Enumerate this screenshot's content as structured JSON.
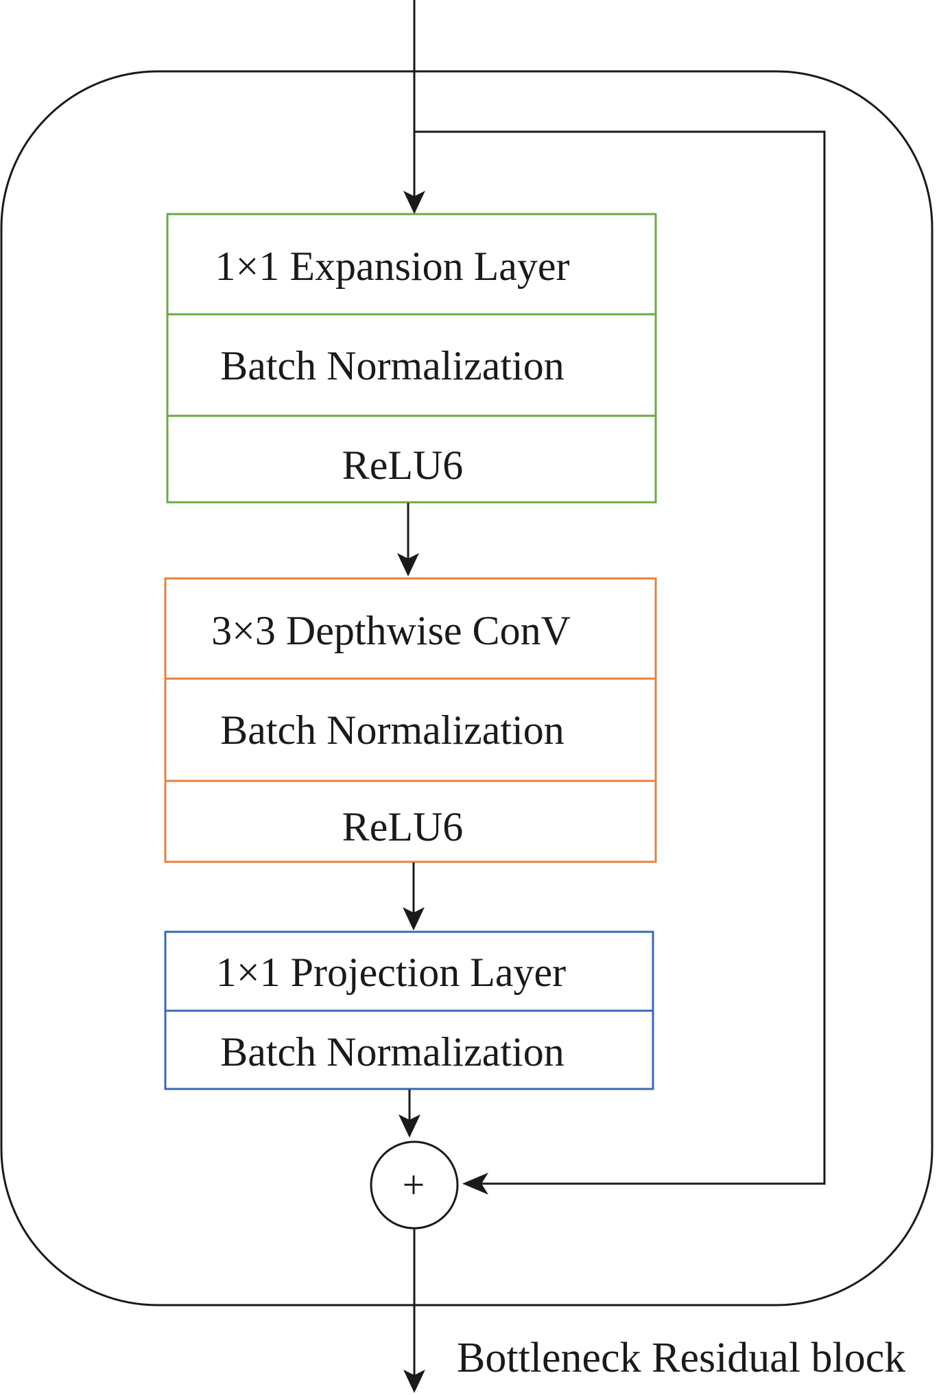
{
  "colors": {
    "line": "#1a1a1a",
    "expansion_border": "#6aaa44",
    "depthwise_border": "#e8823a",
    "projection_border": "#3c68b5"
  },
  "blocks": {
    "expansion": {
      "layer": "1×1 Expansion Layer",
      "bn": "Batch Normalization",
      "act": "ReLU6"
    },
    "depthwise": {
      "layer": "3×3 Depthwise ConV",
      "bn": "Batch Normalization",
      "act": "ReLU6"
    },
    "projection": {
      "layer": "1×1 Projection Layer",
      "bn": "Batch Normalization"
    }
  },
  "add_node": {
    "symbol": "+"
  },
  "caption": "Bottleneck Residual block"
}
